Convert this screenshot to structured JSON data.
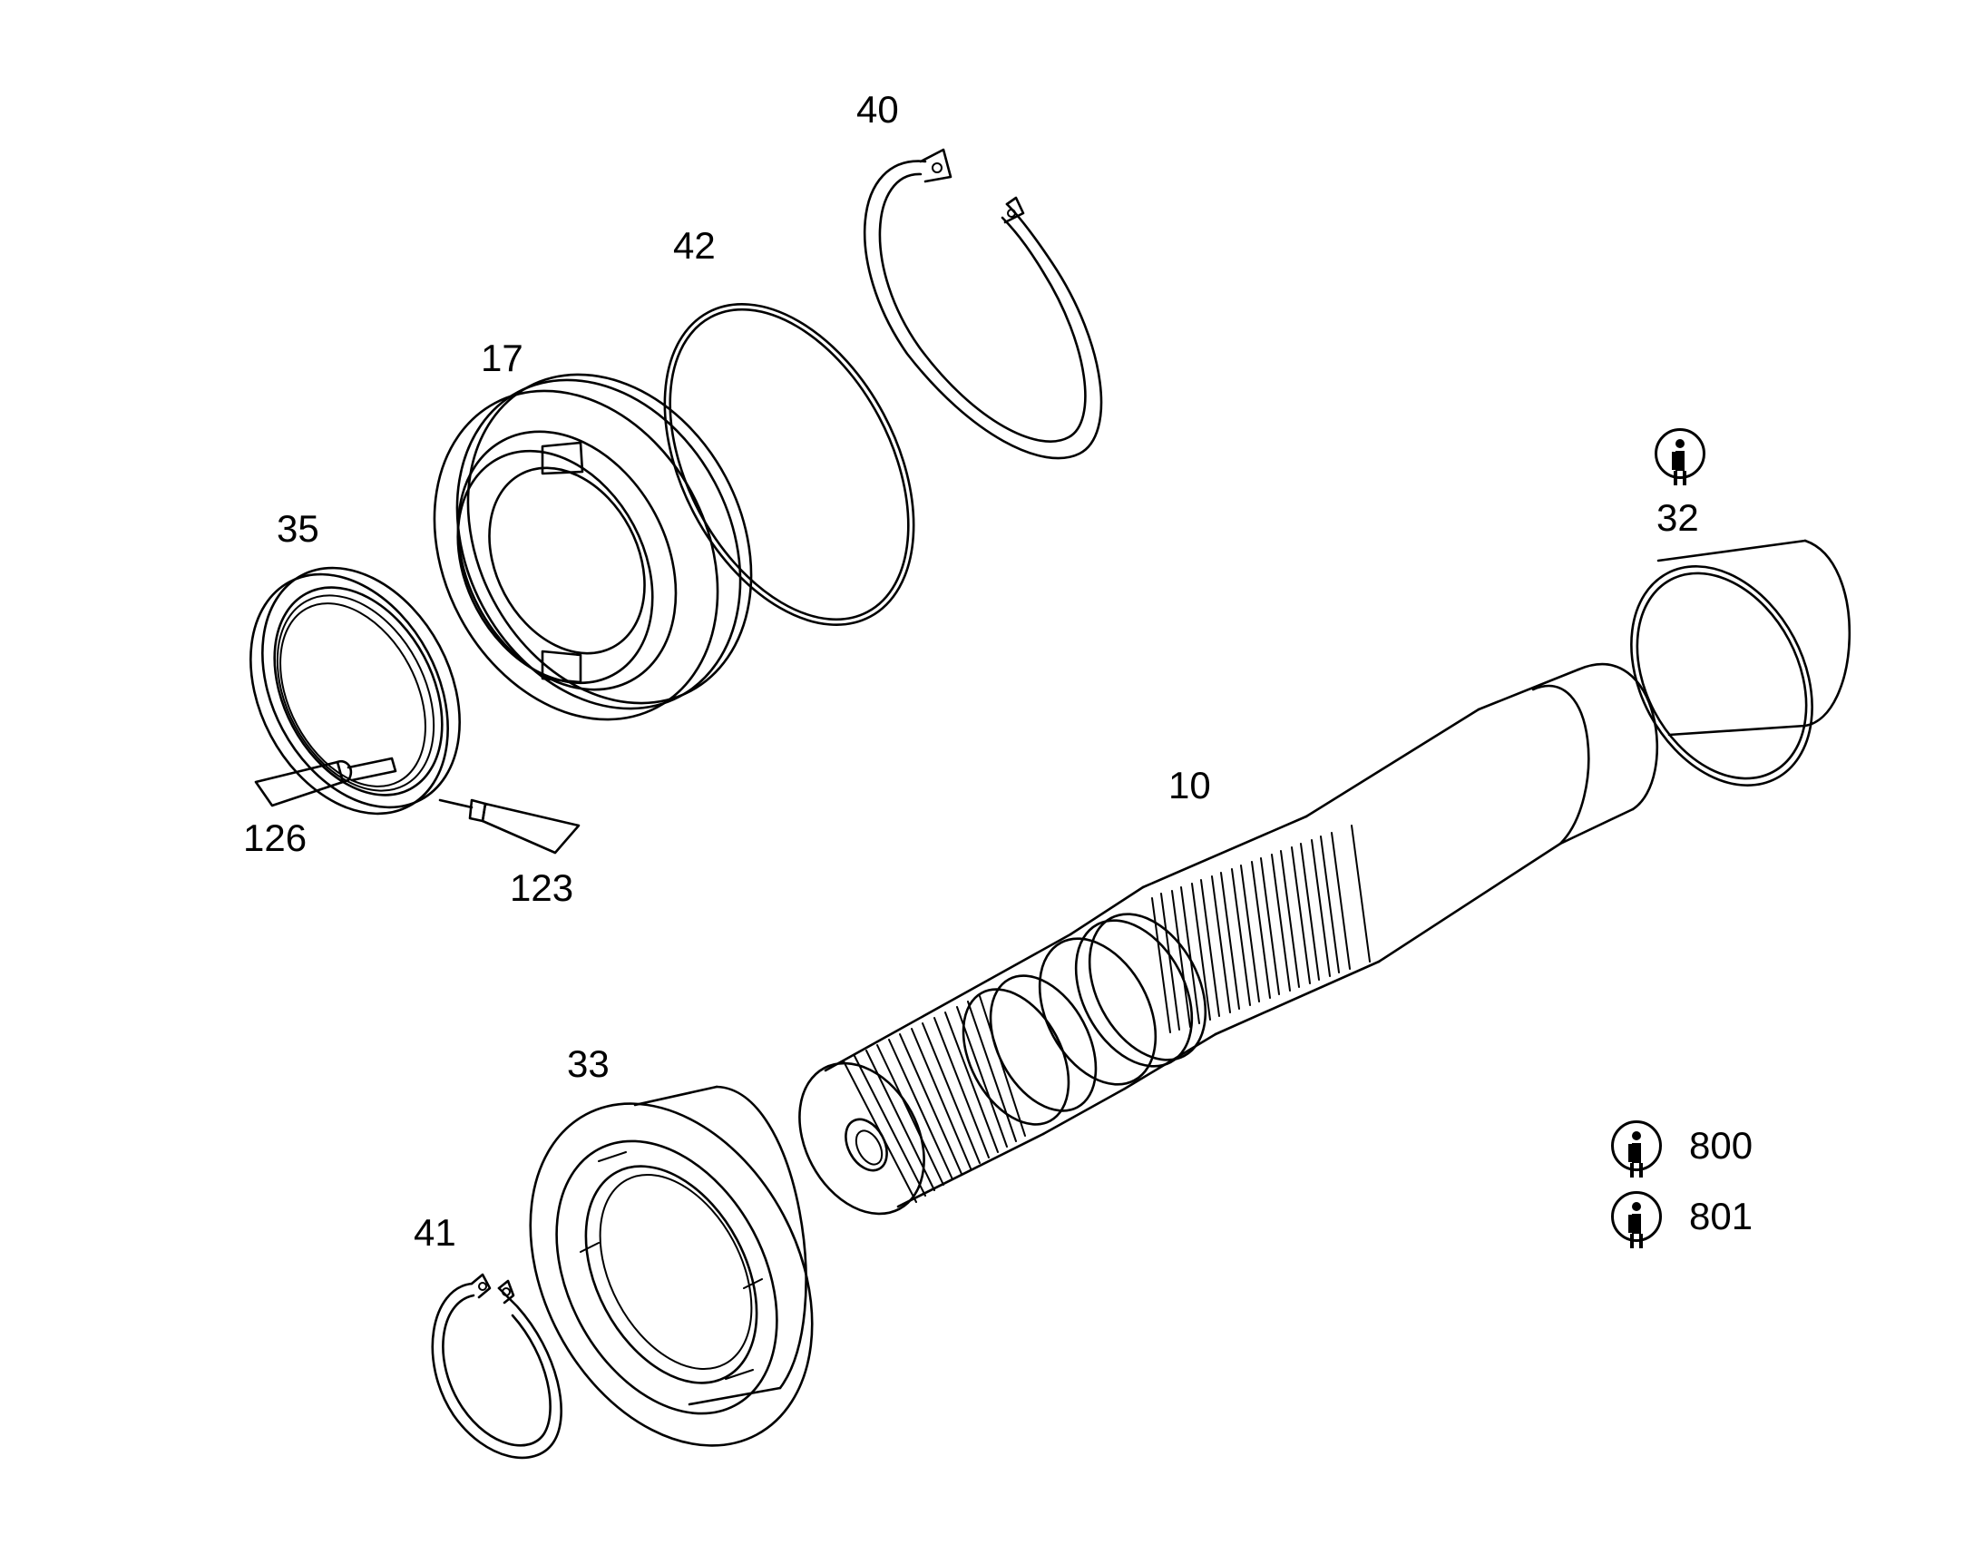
{
  "diagram": {
    "callouts": [
      {
        "id": "c40",
        "text": "40"
      },
      {
        "id": "c42",
        "text": "42"
      },
      {
        "id": "c17",
        "text": "17"
      },
      {
        "id": "c35",
        "text": "35"
      },
      {
        "id": "c126",
        "text": "126"
      },
      {
        "id": "c123",
        "text": "123"
      },
      {
        "id": "c10",
        "text": "10"
      },
      {
        "id": "c32",
        "text": "32"
      },
      {
        "id": "c33",
        "text": "33"
      },
      {
        "id": "c41",
        "text": "41"
      }
    ],
    "info_notes": [
      {
        "text": "800",
        "icon": "info-icon"
      },
      {
        "text": "801",
        "icon": "info-icon"
      }
    ],
    "part32_icon": "info-icon",
    "line_color": "#000000",
    "background_color": "#ffffff"
  }
}
